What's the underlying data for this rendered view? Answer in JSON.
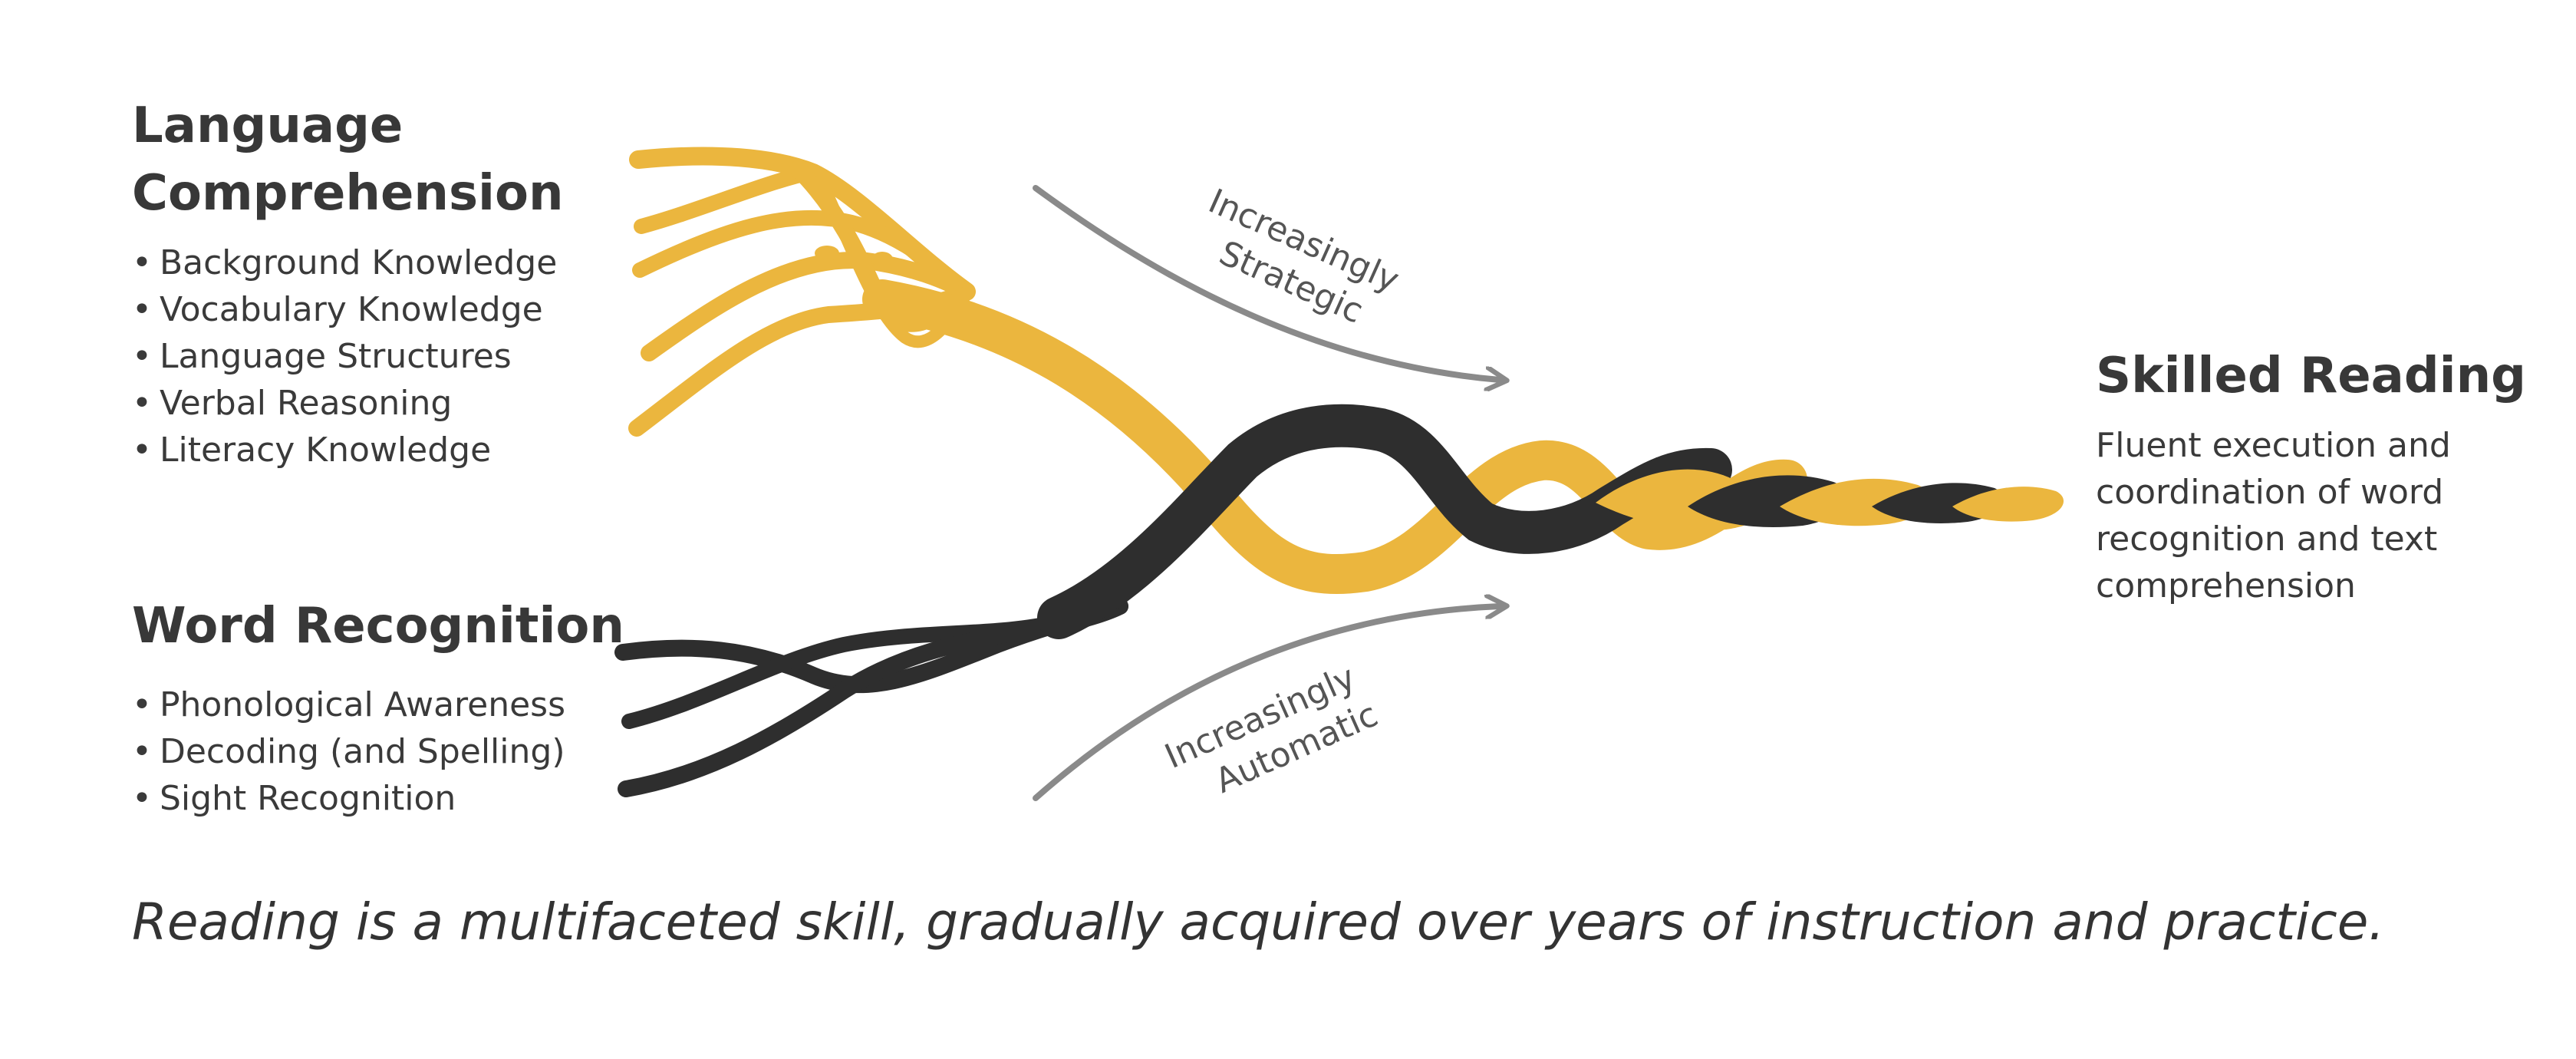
{
  "language_comprehension": {
    "title_line1": "Language",
    "title_line2": "Comprehension",
    "items": [
      "Background Knowledge",
      "Vocabulary Knowledge",
      "Language Structures",
      "Verbal Reasoning",
      "Literacy Knowledge"
    ]
  },
  "word_recognition": {
    "title": "Word Recognition",
    "items": [
      "Phonological Awareness",
      "Decoding (and Spelling)",
      "Sight Recognition"
    ]
  },
  "skilled_reading": {
    "title": "Skilled Reading",
    "description": "Fluent execution and coordination of word recognition and text comprehension"
  },
  "arrows": {
    "strategic": {
      "line1": "Increasingly",
      "line2": "Strategic"
    },
    "automatic": {
      "line1": "Increasingly",
      "line2": "Automatic"
    }
  },
  "caption": "Reading is a multifaceted skill, gradually acquired over years of instruction and practice.",
  "colors": {
    "yellow_strand": "#EBB63E",
    "dark_strand": "#2E2E2E",
    "arrow": "#8A8A8A"
  }
}
